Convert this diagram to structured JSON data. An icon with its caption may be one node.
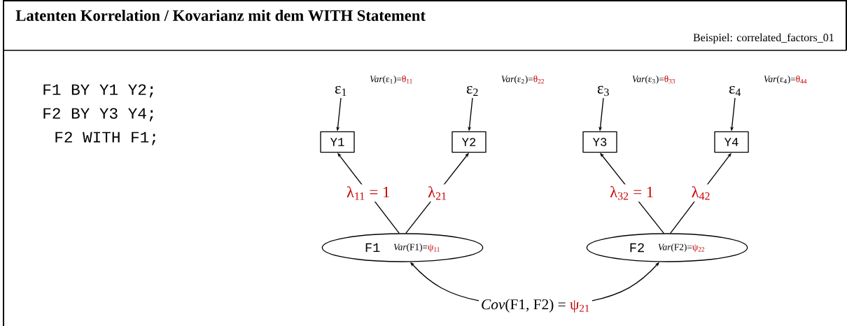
{
  "diagram": {
    "title": "Latenten Korrelation / Kovarianz mit dem WITH Statement",
    "nodes": [
      {
        "text": [
          "ε$_{1}$"
        ],
        "beside": [
          "*Var*(ε$_{1}$)=θ$_{11}$"
        ]
      },
      {
        "text": [
          "ε$_{2}$"
        ],
        "beside": [
          "*Var*(ε$_{2}$)=θ$_{22}$"
        ]
      },
      {
        "text": [
          "ε$_{3}$"
        ],
        "beside": [
          "*Var*(ε$_{3}$)=θ$_{33}$"
        ]
      },
      {
        "text": [
          "ε$_{4}$"
        ],
        "beside": [
          "*Var*(ε$_{4}$)=θ$_{44}$"
        ]
      },
      {
        "text": [
          "Y1"
        ]
      },
      {
        "text": [
          "Y2"
        ]
      },
      {
        "text": [
          "Y3"
        ]
      },
      {
        "text": [
          "Y4"
        ]
      },
      {
        "text": [
          "F1",
          "*Var*(F1)=ψ$_{11}$"
        ]
      },
      {
        "text": [
          "F2",
          "*Var*(F2)=ψ$_{22}$"
        ]
      },
      {
        "text": [
          "*Cov*(F1, F2) = ψ$_{21}$"
        ]
      }
    ],
    "edges": [
      {
        "from": 0,
        "to": 4,
        "arrow": "to"
      },
      {
        "from": 1,
        "to": 5,
        "arrow": "to"
      },
      {
        "from": 2,
        "to": 6,
        "arrow": "to"
      },
      {
        "from": 3,
        "to": 7,
        "arrow": "to"
      },
      {
        "from": 8,
        "to": 4,
        "arrow": "to",
        "label": "λ$_{11}$ = 1"
      },
      {
        "from": 8,
        "to": 5,
        "arrow": "to",
        "label": "λ$_{21}$"
      },
      {
        "from": 9,
        "to": 6,
        "arrow": "to",
        "label": "λ$_{32}$ = 1"
      },
      {
        "from": 9,
        "to": 7,
        "arrow": "to",
        "label": "λ$_{42}$"
      },
      {
        "from": 10,
        "to": 8,
        "arrow": "to"
      },
      {
        "from": 10,
        "to": 9,
        "arrow": "to"
      }
    ],
    "labels": [
      "Beispiel: correlated_factors_01",
      "F1 BY Y1 Y2;",
      "F2 BY Y3 Y4;",
      "F2 WITH F1;"
    ]
  }
}
